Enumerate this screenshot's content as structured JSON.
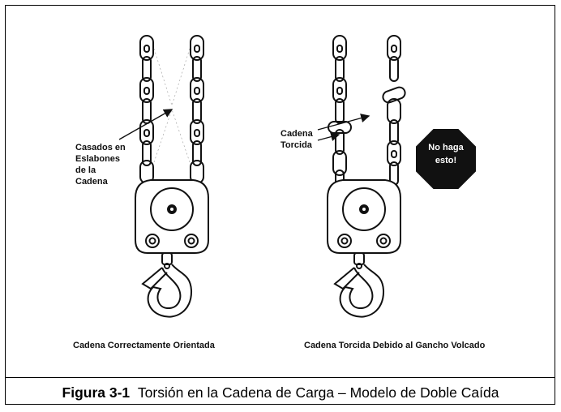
{
  "labels": {
    "left_annotation": "Casados en\nEslabones\nde la\nCadena",
    "right_annotation": "Cadena\nTorcida",
    "warning_sign": "No haga\nesto!"
  },
  "captions": {
    "left": "Cadena Correctamente Orientada",
    "right": "Cadena Torcida Debido al Gancho Volcado"
  },
  "figure": {
    "number": "Figura 3-1",
    "title": "Torsión en la Cadena de Carga – Modelo de Doble Caída"
  },
  "colors": {
    "line": "#111111",
    "sign": "#111111",
    "sign_text": "#ffffff"
  }
}
